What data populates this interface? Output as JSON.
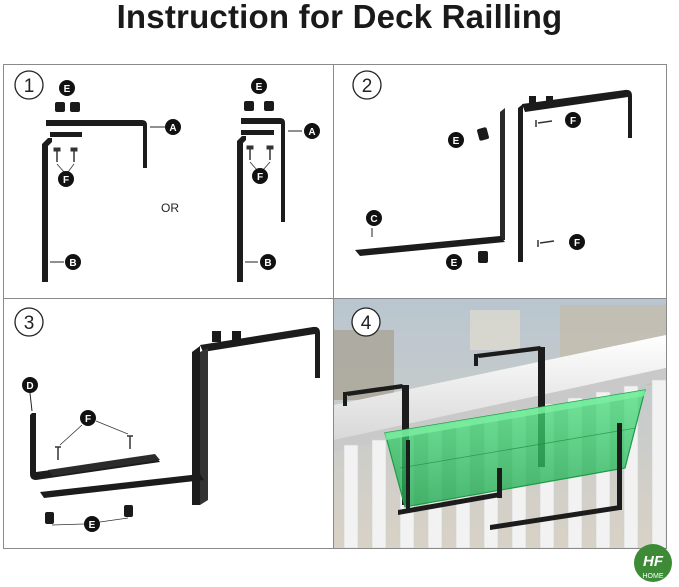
{
  "title": "Instruction for Deck Railling",
  "steps": [
    {
      "number": "1",
      "or_label": "OR"
    },
    {
      "number": "2"
    },
    {
      "number": "3"
    },
    {
      "number": "4"
    }
  ],
  "part_labels": {
    "A": "A",
    "B": "B",
    "C": "C",
    "D": "D",
    "E": "E",
    "F": "F"
  },
  "logo": {
    "mark": "HF",
    "text": "HOME"
  },
  "colors": {
    "bracket": "#1c1c1c",
    "label_bg": "#111111",
    "panel_border": "#8a8a8a",
    "planter_green": "#2fd46a",
    "logo_green": "#3d8a37"
  }
}
